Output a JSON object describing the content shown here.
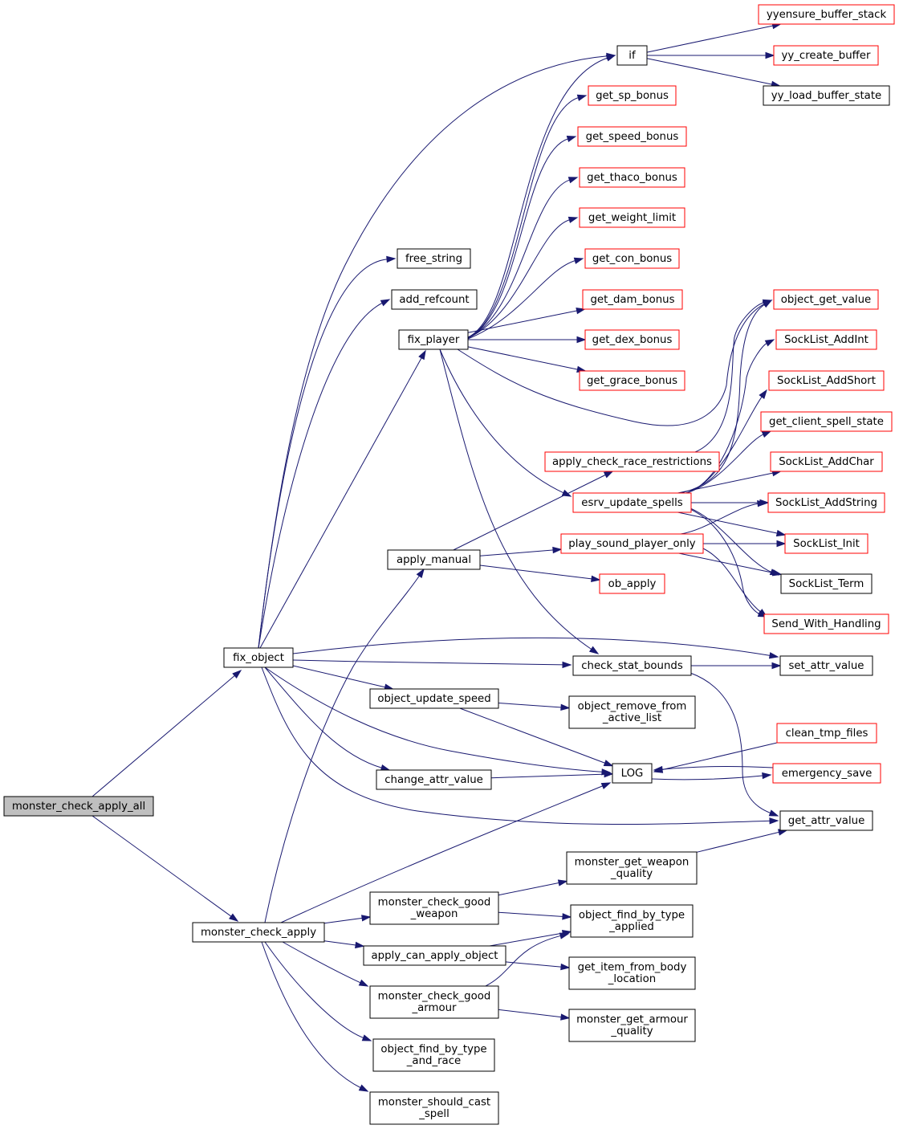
{
  "colors": {
    "edge": "#191970",
    "node_border_default": "#000000",
    "node_border_truncated": "#ff0000",
    "node_fill_default": "#ffffff",
    "node_fill_root": "#bfbfbf"
  },
  "nodes": [
    {
      "id": "root",
      "lines": [
        "monster_check_apply_all"
      ],
      "style": "root"
    },
    {
      "id": "fix_object",
      "lines": [
        "fix_object"
      ],
      "style": "normal"
    },
    {
      "id": "monster_check_apply",
      "lines": [
        "monster_check_apply"
      ],
      "style": "normal"
    },
    {
      "id": "free_string",
      "lines": [
        "free_string"
      ],
      "style": "normal"
    },
    {
      "id": "add_refcount",
      "lines": [
        "add_refcount"
      ],
      "style": "normal"
    },
    {
      "id": "fix_player",
      "lines": [
        "fix_player"
      ],
      "style": "normal"
    },
    {
      "id": "apply_manual",
      "lines": [
        "apply_manual"
      ],
      "style": "normal"
    },
    {
      "id": "object_update_speed",
      "lines": [
        "object_update_speed"
      ],
      "style": "normal"
    },
    {
      "id": "change_attr_value",
      "lines": [
        "change_attr_value"
      ],
      "style": "normal"
    },
    {
      "id": "monster_check_good_weapon",
      "lines": [
        "monster_check_good",
        "_weapon"
      ],
      "style": "normal"
    },
    {
      "id": "apply_can_apply_object",
      "lines": [
        "apply_can_apply_object"
      ],
      "style": "normal"
    },
    {
      "id": "monster_check_good_armour",
      "lines": [
        "monster_check_good",
        "_armour"
      ],
      "style": "normal"
    },
    {
      "id": "object_find_by_type_and_race",
      "lines": [
        "object_find_by_type",
        "_and_race"
      ],
      "style": "normal"
    },
    {
      "id": "monster_should_cast_spell",
      "lines": [
        "monster_should_cast",
        "_spell"
      ],
      "style": "normal"
    },
    {
      "id": "if",
      "lines": [
        "if"
      ],
      "style": "normal"
    },
    {
      "id": "get_sp_bonus",
      "lines": [
        "get_sp_bonus"
      ],
      "style": "truncated"
    },
    {
      "id": "get_speed_bonus",
      "lines": [
        "get_speed_bonus"
      ],
      "style": "truncated"
    },
    {
      "id": "get_thaco_bonus",
      "lines": [
        "get_thaco_bonus"
      ],
      "style": "truncated"
    },
    {
      "id": "get_weight_limit",
      "lines": [
        "get_weight_limit"
      ],
      "style": "truncated"
    },
    {
      "id": "get_con_bonus",
      "lines": [
        "get_con_bonus"
      ],
      "style": "truncated"
    },
    {
      "id": "get_dam_bonus",
      "lines": [
        "get_dam_bonus"
      ],
      "style": "truncated"
    },
    {
      "id": "get_dex_bonus",
      "lines": [
        "get_dex_bonus"
      ],
      "style": "truncated"
    },
    {
      "id": "get_grace_bonus",
      "lines": [
        "get_grace_bonus"
      ],
      "style": "truncated"
    },
    {
      "id": "apply_check_race_restrictions",
      "lines": [
        "apply_check_race_restrictions"
      ],
      "style": "truncated"
    },
    {
      "id": "esrv_update_spells",
      "lines": [
        "esrv_update_spells"
      ],
      "style": "truncated"
    },
    {
      "id": "play_sound_player_only",
      "lines": [
        "play_sound_player_only"
      ],
      "style": "truncated"
    },
    {
      "id": "ob_apply",
      "lines": [
        "ob_apply"
      ],
      "style": "truncated"
    },
    {
      "id": "check_stat_bounds",
      "lines": [
        "check_stat_bounds"
      ],
      "style": "normal"
    },
    {
      "id": "object_remove_from_active_list",
      "lines": [
        "object_remove_from",
        "_active_list"
      ],
      "style": "normal"
    },
    {
      "id": "LOG",
      "lines": [
        "LOG"
      ],
      "style": "normal"
    },
    {
      "id": "monster_get_weapon_quality",
      "lines": [
        "monster_get_weapon",
        "_quality"
      ],
      "style": "normal"
    },
    {
      "id": "object_find_by_type_applied",
      "lines": [
        "object_find_by_type",
        "_applied"
      ],
      "style": "normal"
    },
    {
      "id": "get_item_from_body_location",
      "lines": [
        "get_item_from_body",
        "_location"
      ],
      "style": "normal"
    },
    {
      "id": "monster_get_armour_quality",
      "lines": [
        "monster_get_armour",
        "_quality"
      ],
      "style": "normal"
    },
    {
      "id": "yyensure_buffer_stack",
      "lines": [
        "yyensure_buffer_stack"
      ],
      "style": "truncated"
    },
    {
      "id": "yy_create_buffer",
      "lines": [
        "yy_create_buffer"
      ],
      "style": "truncated"
    },
    {
      "id": "yy_load_buffer_state",
      "lines": [
        "yy_load_buffer_state"
      ],
      "style": "normal"
    },
    {
      "id": "object_get_value",
      "lines": [
        "object_get_value"
      ],
      "style": "truncated"
    },
    {
      "id": "SockList_AddInt",
      "lines": [
        "SockList_AddInt"
      ],
      "style": "truncated"
    },
    {
      "id": "SockList_AddShort",
      "lines": [
        "SockList_AddShort"
      ],
      "style": "truncated"
    },
    {
      "id": "get_client_spell_state",
      "lines": [
        "get_client_spell_state"
      ],
      "style": "truncated"
    },
    {
      "id": "SockList_AddChar",
      "lines": [
        "SockList_AddChar"
      ],
      "style": "truncated"
    },
    {
      "id": "SockList_AddString",
      "lines": [
        "SockList_AddString"
      ],
      "style": "truncated"
    },
    {
      "id": "SockList_Init",
      "lines": [
        "SockList_Init"
      ],
      "style": "truncated"
    },
    {
      "id": "SockList_Term",
      "lines": [
        "SockList_Term"
      ],
      "style": "normal"
    },
    {
      "id": "Send_With_Handling",
      "lines": [
        "Send_With_Handling"
      ],
      "style": "truncated"
    },
    {
      "id": "set_attr_value",
      "lines": [
        "set_attr_value"
      ],
      "style": "normal"
    },
    {
      "id": "clean_tmp_files",
      "lines": [
        "clean_tmp_files"
      ],
      "style": "truncated"
    },
    {
      "id": "emergency_save",
      "lines": [
        "emergency_save"
      ],
      "style": "truncated"
    },
    {
      "id": "get_attr_value",
      "lines": [
        "get_attr_value"
      ],
      "style": "normal"
    }
  ],
  "edges": [
    [
      "root",
      "fix_object"
    ],
    [
      "root",
      "monster_check_apply"
    ],
    [
      "fix_object",
      "if"
    ],
    [
      "fix_object",
      "free_string"
    ],
    [
      "fix_object",
      "add_refcount"
    ],
    [
      "fix_object",
      "fix_player"
    ],
    [
      "fix_object",
      "set_attr_value"
    ],
    [
      "fix_object",
      "check_stat_bounds"
    ],
    [
      "fix_object",
      "object_update_speed"
    ],
    [
      "fix_object",
      "LOG"
    ],
    [
      "fix_object",
      "change_attr_value"
    ],
    [
      "fix_object",
      "get_attr_value"
    ],
    [
      "fix_player",
      "if"
    ],
    [
      "fix_player",
      "get_sp_bonus"
    ],
    [
      "fix_player",
      "get_speed_bonus"
    ],
    [
      "fix_player",
      "get_thaco_bonus"
    ],
    [
      "fix_player",
      "get_weight_limit"
    ],
    [
      "fix_player",
      "get_con_bonus"
    ],
    [
      "fix_player",
      "get_dam_bonus"
    ],
    [
      "fix_player",
      "get_dex_bonus"
    ],
    [
      "fix_player",
      "get_grace_bonus"
    ],
    [
      "fix_player",
      "object_get_value"
    ],
    [
      "fix_player",
      "esrv_update_spells"
    ],
    [
      "fix_player",
      "check_stat_bounds"
    ],
    [
      "if",
      "yyensure_buffer_stack"
    ],
    [
      "if",
      "yy_create_buffer"
    ],
    [
      "if",
      "yy_load_buffer_state"
    ],
    [
      "apply_manual",
      "apply_check_race_restrictions"
    ],
    [
      "apply_manual",
      "play_sound_player_only"
    ],
    [
      "apply_manual",
      "ob_apply"
    ],
    [
      "apply_check_race_restrictions",
      "object_get_value"
    ],
    [
      "esrv_update_spells",
      "object_get_value"
    ],
    [
      "esrv_update_spells",
      "SockList_AddInt"
    ],
    [
      "esrv_update_spells",
      "SockList_AddShort"
    ],
    [
      "esrv_update_spells",
      "get_client_spell_state"
    ],
    [
      "esrv_update_spells",
      "SockList_AddChar"
    ],
    [
      "esrv_update_spells",
      "SockList_AddString"
    ],
    [
      "esrv_update_spells",
      "SockList_Init"
    ],
    [
      "esrv_update_spells",
      "SockList_Term"
    ],
    [
      "esrv_update_spells",
      "Send_With_Handling"
    ],
    [
      "play_sound_player_only",
      "SockList_AddString"
    ],
    [
      "play_sound_player_only",
      "SockList_Init"
    ],
    [
      "play_sound_player_only",
      "SockList_Term"
    ],
    [
      "play_sound_player_only",
      "Send_With_Handling"
    ],
    [
      "check_stat_bounds",
      "set_attr_value"
    ],
    [
      "check_stat_bounds",
      "get_attr_value"
    ],
    [
      "object_update_speed",
      "object_remove_from_active_list"
    ],
    [
      "object_update_speed",
      "LOG"
    ],
    [
      "change_attr_value",
      "LOG"
    ],
    [
      "clean_tmp_files",
      "LOG"
    ],
    [
      "emergency_save",
      "LOG"
    ],
    [
      "LOG",
      "emergency_save"
    ],
    [
      "monster_check_apply",
      "apply_manual"
    ],
    [
      "monster_check_apply",
      "LOG"
    ],
    [
      "monster_check_apply",
      "monster_check_good_weapon"
    ],
    [
      "monster_check_apply",
      "apply_can_apply_object"
    ],
    [
      "monster_check_apply",
      "monster_check_good_armour"
    ],
    [
      "monster_check_apply",
      "object_find_by_type_and_race"
    ],
    [
      "monster_check_apply",
      "monster_should_cast_spell"
    ],
    [
      "monster_check_good_weapon",
      "monster_get_weapon_quality"
    ],
    [
      "monster_check_good_weapon",
      "object_find_by_type_applied"
    ],
    [
      "monster_get_weapon_quality",
      "get_attr_value"
    ],
    [
      "apply_can_apply_object",
      "object_find_by_type_applied"
    ],
    [
      "apply_can_apply_object",
      "get_item_from_body_location"
    ],
    [
      "monster_check_good_armour",
      "object_find_by_type_applied"
    ],
    [
      "monster_check_good_armour",
      "monster_get_armour_quality"
    ]
  ]
}
